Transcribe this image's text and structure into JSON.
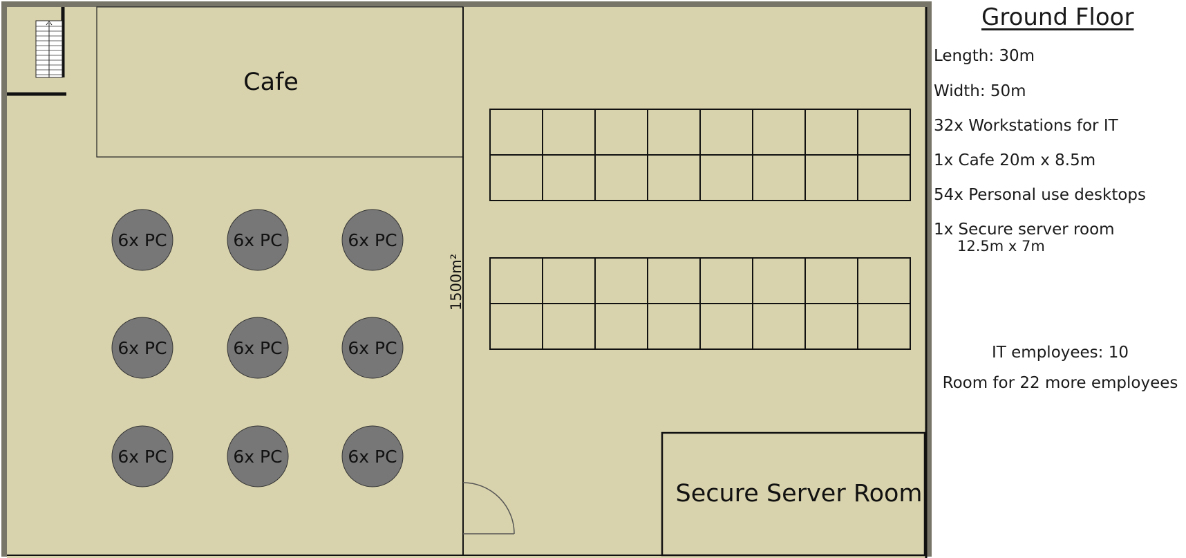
{
  "colors": {
    "floor": "#d9d3ad",
    "outer_wall": "#777568",
    "wall": "#111111",
    "pc_table": "#777777"
  },
  "plan": {
    "cafe_label": "Cafe",
    "area_label": "1500m²",
    "server_room_label": "Secure Server Room",
    "pc_table_label": "6x PC",
    "pc_table_count": 9,
    "workstation_rows": 4,
    "workstation_cols": 8
  },
  "legend": {
    "title": "Ground Floor",
    "length": "Length: 30m",
    "width": "Width: 50m",
    "workstations": "32x Workstations for IT",
    "cafe": "1x Cafe  20m x 8.5m",
    "desktops": "54x Personal use desktops",
    "server_room": "1x Secure server room",
    "server_room_size": "12.5m x 7m",
    "it_employees": "IT employees: 10",
    "room_more": "Room for 22 more employees"
  }
}
